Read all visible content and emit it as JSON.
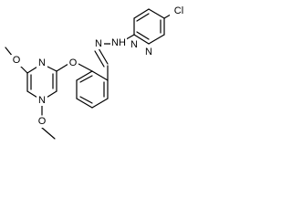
{
  "molecule": {
    "colors": {
      "bond": "#000000",
      "label": "#000000",
      "background": "#ffffff"
    },
    "atom_labels": {
      "chlorine": "Cl",
      "pyridazine_n1": "N",
      "pyridazine_n2": "N",
      "hydrazone_nh": "NH",
      "hydrazone_n": "N",
      "ether_o": "O",
      "pyrimidine_n1": "N",
      "pyrimidine_n2": "N",
      "methoxy_o_top": "O",
      "methoxy_o_bottom": "O"
    }
  }
}
